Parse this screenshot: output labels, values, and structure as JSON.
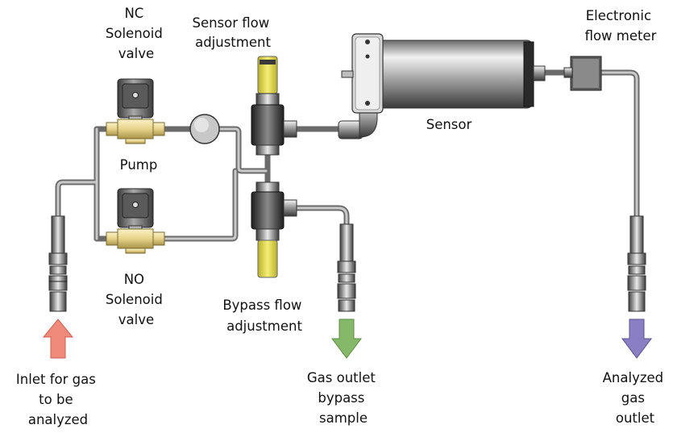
{
  "labels": {
    "nc_valve": [
      "NC",
      "Solenoid",
      "valve"
    ],
    "sensor_flow_adjustment": [
      "Sensor flow",
      "adjustment"
    ],
    "electronic_flow_meter": [
      "Electronic",
      "flow meter"
    ],
    "sensor": "Sensor",
    "pump": "Pump",
    "no_valve": [
      "NO",
      "Solenoid",
      "valve"
    ],
    "bypass_flow_adjustment": [
      "Bypass flow",
      "adjustment"
    ],
    "inlet": [
      "Inlet for gas",
      "to be",
      "analyzed"
    ],
    "gas_outlet_bypass": [
      "Gas outlet",
      "bypass",
      "sample"
    ],
    "analyzed_gas_outlet": [
      "Analyzed",
      "gas",
      "outlet"
    ]
  },
  "colors": {
    "inlet_arrow": "#f08a7a",
    "bypass_arrow": "#86b86a",
    "analyzed_arrow": "#8a7ec4",
    "valve_body": "#efe0a0",
    "knob_yellow": "#e8e05a",
    "tube": "#6b6b6b"
  }
}
